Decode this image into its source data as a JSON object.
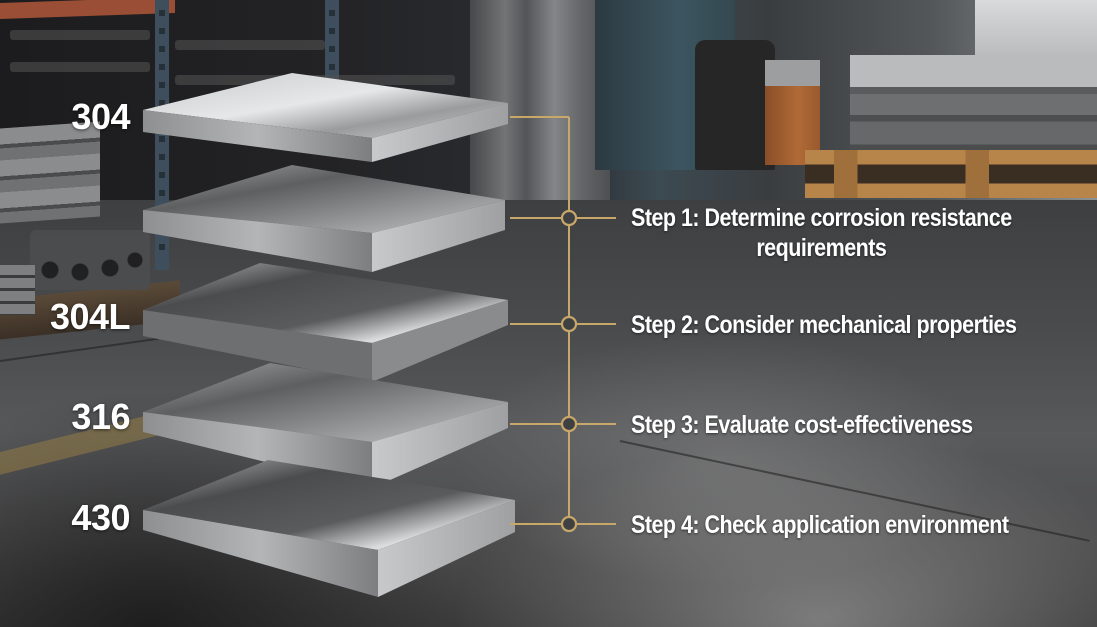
{
  "scene": {
    "description": "Stainless steel grade selection infographic over warehouse photo",
    "accent_color": "#c8a86a",
    "text_color": "#ffffff"
  },
  "grades": [
    {
      "label": "304"
    },
    {
      "label": "304L"
    },
    {
      "label": "316"
    },
    {
      "label": "430"
    }
  ],
  "steps": [
    {
      "line1": "Step 1: Determine corrosion resistance",
      "line2": "requirements"
    },
    {
      "line1": "Step 2: Consider mechanical properties"
    },
    {
      "line1": "Step 3: Evaluate cost-effectiveness"
    },
    {
      "line1": "Step 4: Check application environment"
    }
  ],
  "plates": {
    "count": 5,
    "material": "stainless steel"
  }
}
